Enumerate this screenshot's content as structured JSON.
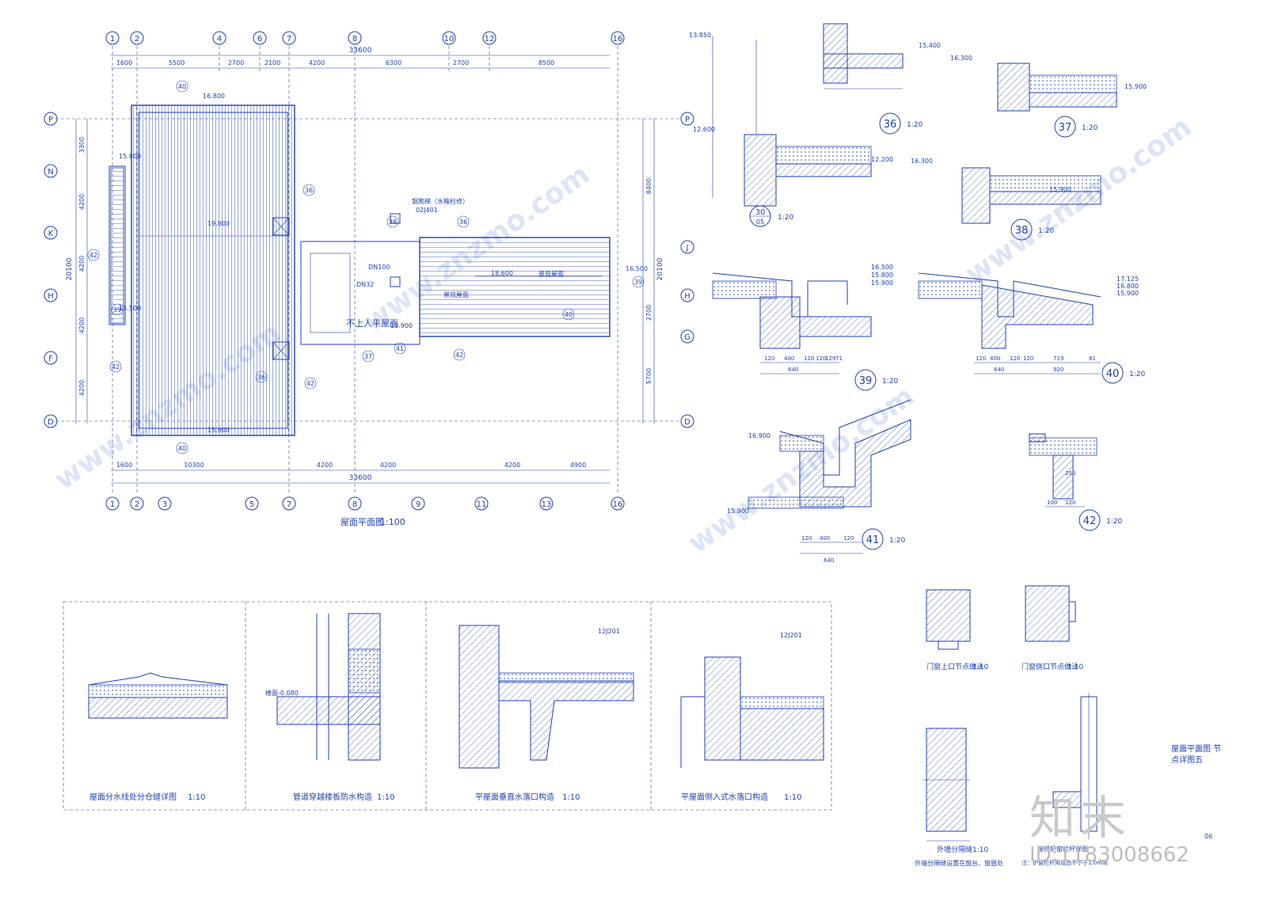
{
  "plan": {
    "title": "屋面平面图",
    "scale": "1:100",
    "overall_dim": "33600",
    "top_axes": [
      "1",
      "2",
      "4",
      "6",
      "7",
      "8",
      "10",
      "12",
      "16"
    ],
    "bottom_axes": [
      "1",
      "2",
      "3",
      "5",
      "7",
      "8",
      "9",
      "11",
      "13",
      "16"
    ],
    "left_axes": [
      "P",
      "N",
      "K",
      "H",
      "F",
      "D"
    ],
    "right_axes": [
      "P",
      "J",
      "H",
      "G",
      "D"
    ],
    "top_dims": [
      "1600",
      "5500",
      "2700",
      "2100",
      "4200",
      "6300",
      "2700",
      "8500"
    ],
    "bottom_dims": [
      "1600",
      "10300",
      "4200",
      "4200",
      "4200",
      "4900"
    ],
    "left_dims": [
      "3300",
      "4200",
      "4200",
      "4200",
      "4200"
    ],
    "left_total": "20100",
    "right_dims": [
      "8400",
      "2700",
      "5700"
    ],
    "right_total": "20100",
    "elevations": [
      "16.800",
      "15.800",
      "19.800",
      "15.900",
      "15.500",
      "15.900",
      "16.500",
      "18.600",
      "15.900"
    ],
    "labels": {
      "non_access_roof": "不上人平屋面",
      "slope_roof": "景观屋面",
      "ladder": "钢爬梯（水箱检修）",
      "ladder_ref": "02J401",
      "pipe1": "DN100",
      "pipe2": "DN32"
    },
    "callouts": [
      "40",
      "36",
      "38",
      "37",
      "41",
      "42",
      "39"
    ]
  },
  "details": [
    {
      "no": "36",
      "scale": "1:20",
      "elev": [
        "15.400"
      ]
    },
    {
      "no": "37",
      "scale": "1:20",
      "elev": [
        "16.300",
        "15.900"
      ]
    },
    {
      "no": "30",
      "sub": "05",
      "scale": "1:20",
      "elev": [
        "13.850",
        "12.600",
        "12.200"
      ]
    },
    {
      "no": "38",
      "scale": "1:20",
      "elev": [
        "16.300",
        "15.900"
      ]
    },
    {
      "no": "39",
      "scale": "1:20",
      "elev": [
        "16.500",
        "15.800",
        "15.900"
      ],
      "dims": [
        "120",
        "400",
        "120",
        "120",
        "129",
        "71",
        "640"
      ]
    },
    {
      "no": "40",
      "scale": "1:20",
      "elev": [
        "17.125",
        "16.800",
        "15.900"
      ],
      "dims": [
        "120",
        "400",
        "120",
        "120",
        "719",
        "81",
        "640",
        "920"
      ]
    },
    {
      "no": "41",
      "scale": "1:20",
      "elev": [
        "16.900",
        "15.900"
      ],
      "dims": [
        "120",
        "400",
        "120",
        "640"
      ]
    },
    {
      "no": "42",
      "scale": "1:20",
      "dims": [
        "100",
        "120",
        "250"
      ]
    }
  ],
  "bottom_details": [
    {
      "title": "屋面分水线处分仓缝详图",
      "scale": "1:10"
    },
    {
      "title": "管道穿越楼板防水构造",
      "scale": "1:10",
      "elev": "楼面-0.080"
    },
    {
      "title": "平屋面垂直水落口构造",
      "scale": "1:10",
      "ref": "12J201"
    },
    {
      "title": "平屋面侧入式水落口构造",
      "scale": "1:10",
      "ref": "12J201"
    }
  ],
  "right_details": [
    {
      "title": "门窗上口节点做法",
      "scale": "1:10"
    },
    {
      "title": "门窗侧口节点做法",
      "scale": "1:10"
    },
    {
      "title": "外墙分隔缝",
      "scale": "1:10",
      "note": "外墙分隔缝设置在窗台、窗眉处"
    },
    {
      "title": "楼梯护窗栏杆详图",
      "note": "注：护窗栏杆用成品不小于1.0m高"
    }
  ],
  "sheet_note": "屋面平面图 节点详图五",
  "page_no": "06",
  "brand": "知末",
  "brand_id": "ID:1183008662",
  "watermark": "www.znzmo.com",
  "colors": {
    "line": "#1f3fb0",
    "background": "#ffffff",
    "brand": "#c9c9c9"
  }
}
